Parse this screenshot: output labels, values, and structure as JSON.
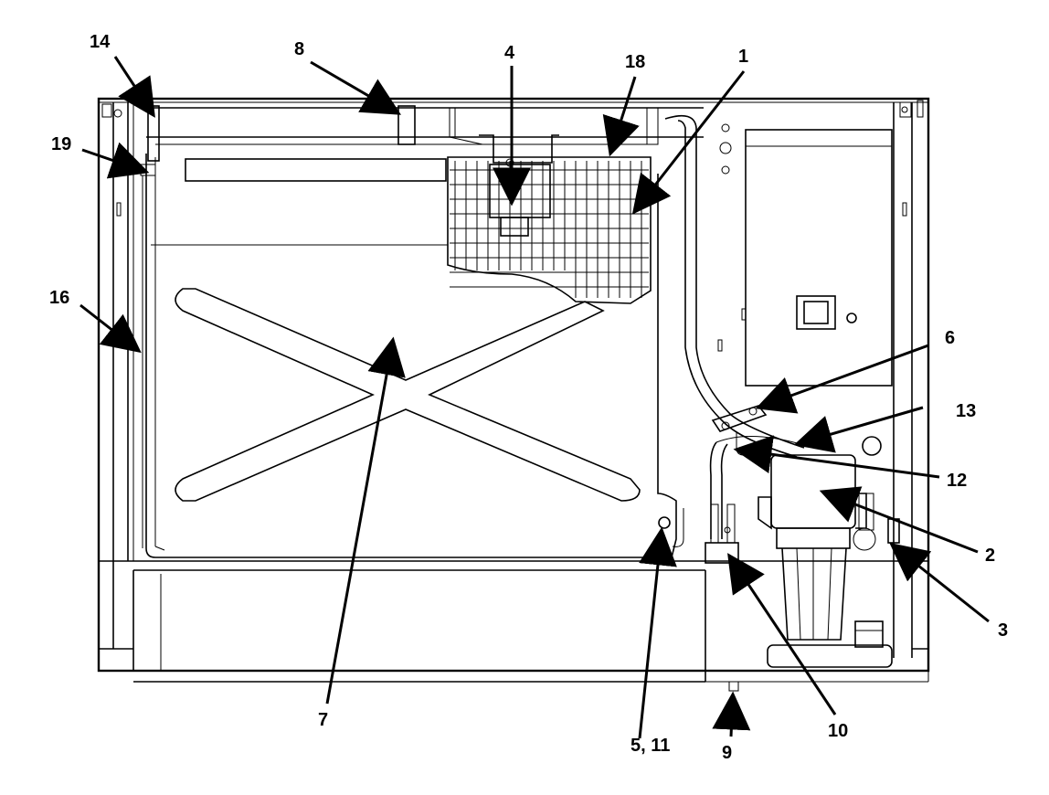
{
  "diagram": {
    "callouts": [
      {
        "id": "1",
        "text": "1"
      },
      {
        "id": "2",
        "text": "2"
      },
      {
        "id": "3",
        "text": "3"
      },
      {
        "id": "4",
        "text": "4"
      },
      {
        "id": "5_11",
        "text": "5, 11"
      },
      {
        "id": "6",
        "text": "6"
      },
      {
        "id": "7",
        "text": "7"
      },
      {
        "id": "8",
        "text": "8"
      },
      {
        "id": "9",
        "text": "9"
      },
      {
        "id": "10",
        "text": "10"
      },
      {
        "id": "12",
        "text": "12"
      },
      {
        "id": "13",
        "text": "13"
      },
      {
        "id": "14",
        "text": "14"
      },
      {
        "id": "16",
        "text": "16"
      },
      {
        "id": "18",
        "text": "18"
      },
      {
        "id": "19",
        "text": "19"
      }
    ]
  }
}
